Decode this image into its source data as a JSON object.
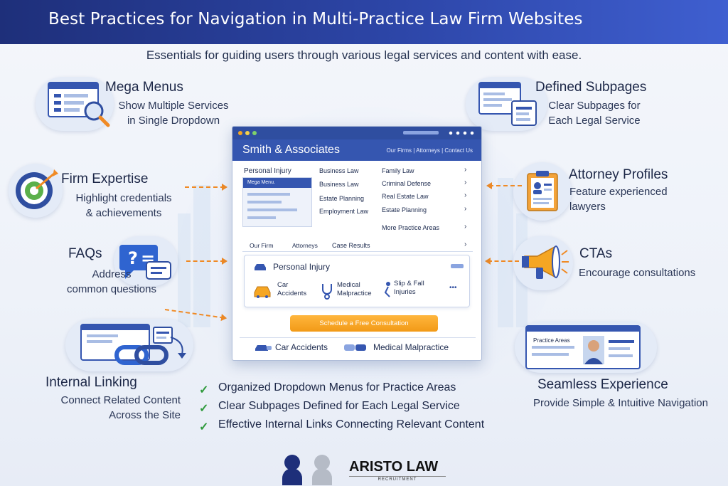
{
  "title": "Best Practices for Navigation in Multi-Practice Law Firm Websites",
  "subtitle": "Essentials for guiding users through various legal services and content with ease.",
  "features": {
    "mega": {
      "title": "Mega Menus",
      "desc1": "Show Multiple Services",
      "desc2": "in Single Dropdown"
    },
    "defined": {
      "title": "Defined Subpages",
      "desc1": "Clear Subpages for",
      "desc2": "Each Legal Service"
    },
    "expertise": {
      "title": "Firm Expertise",
      "desc1": "Highlight credentials",
      "desc2": "& achievements"
    },
    "attorney": {
      "title": "Attorney Profiles",
      "desc1": "Feature experienced",
      "desc2": "lawyers"
    },
    "faqs": {
      "title": "FAQs",
      "desc1": "Address",
      "desc2": "common questions"
    },
    "ctas": {
      "title": "CTAs",
      "desc1": "Encourage consultations"
    },
    "internal": {
      "title": "Internal Linking",
      "desc1": "Connect Related Content",
      "desc2": "Across the Site"
    },
    "seamless": {
      "title": "Seamless Experience",
      "desc1": "Provide Simple & Intuitive Navigation"
    }
  },
  "mockup": {
    "brand": "Smith & Associates",
    "nav": [
      "Our Firms",
      "Attorneys",
      "Contact Us"
    ],
    "col1_head": "Personal Injury",
    "mega_label": "Mega Menu.",
    "col2": [
      "Business Law",
      "Business Law",
      "Estate Planning",
      "Employment Law"
    ],
    "col3": [
      "Family Law",
      "Criminal Defense",
      "Real Estate Law",
      "Estate Planning"
    ],
    "more": "More Practice Areas",
    "tabs": [
      "Our Firm",
      "Attorneys",
      "Case Results"
    ],
    "card_title": "Personal Injury",
    "card_items": [
      [
        "Car",
        "Accidents"
      ],
      [
        "Medical",
        "Malpractice"
      ],
      [
        "Slip & Fall",
        "Injuries"
      ]
    ],
    "more_dots": "•••",
    "cta": "Schedule a Free Consultation",
    "links": [
      "Car Accidents",
      "Medical Malpractice"
    ],
    "profile_label": "Practice Areas"
  },
  "checklist": [
    "Organized Dropdown Menus for Practice Areas",
    "Clear Subpages Defined for Each Legal Service",
    "Effective Internal Links Connecting Relevant Content"
  ],
  "logo": {
    "name": "ARISTO LAW",
    "tagline": "RECRUITMENT"
  },
  "colors": {
    "banner": "#2d46a8",
    "accent": "#f08a24",
    "check": "#2f9a3c",
    "primary": "#3556b0"
  }
}
